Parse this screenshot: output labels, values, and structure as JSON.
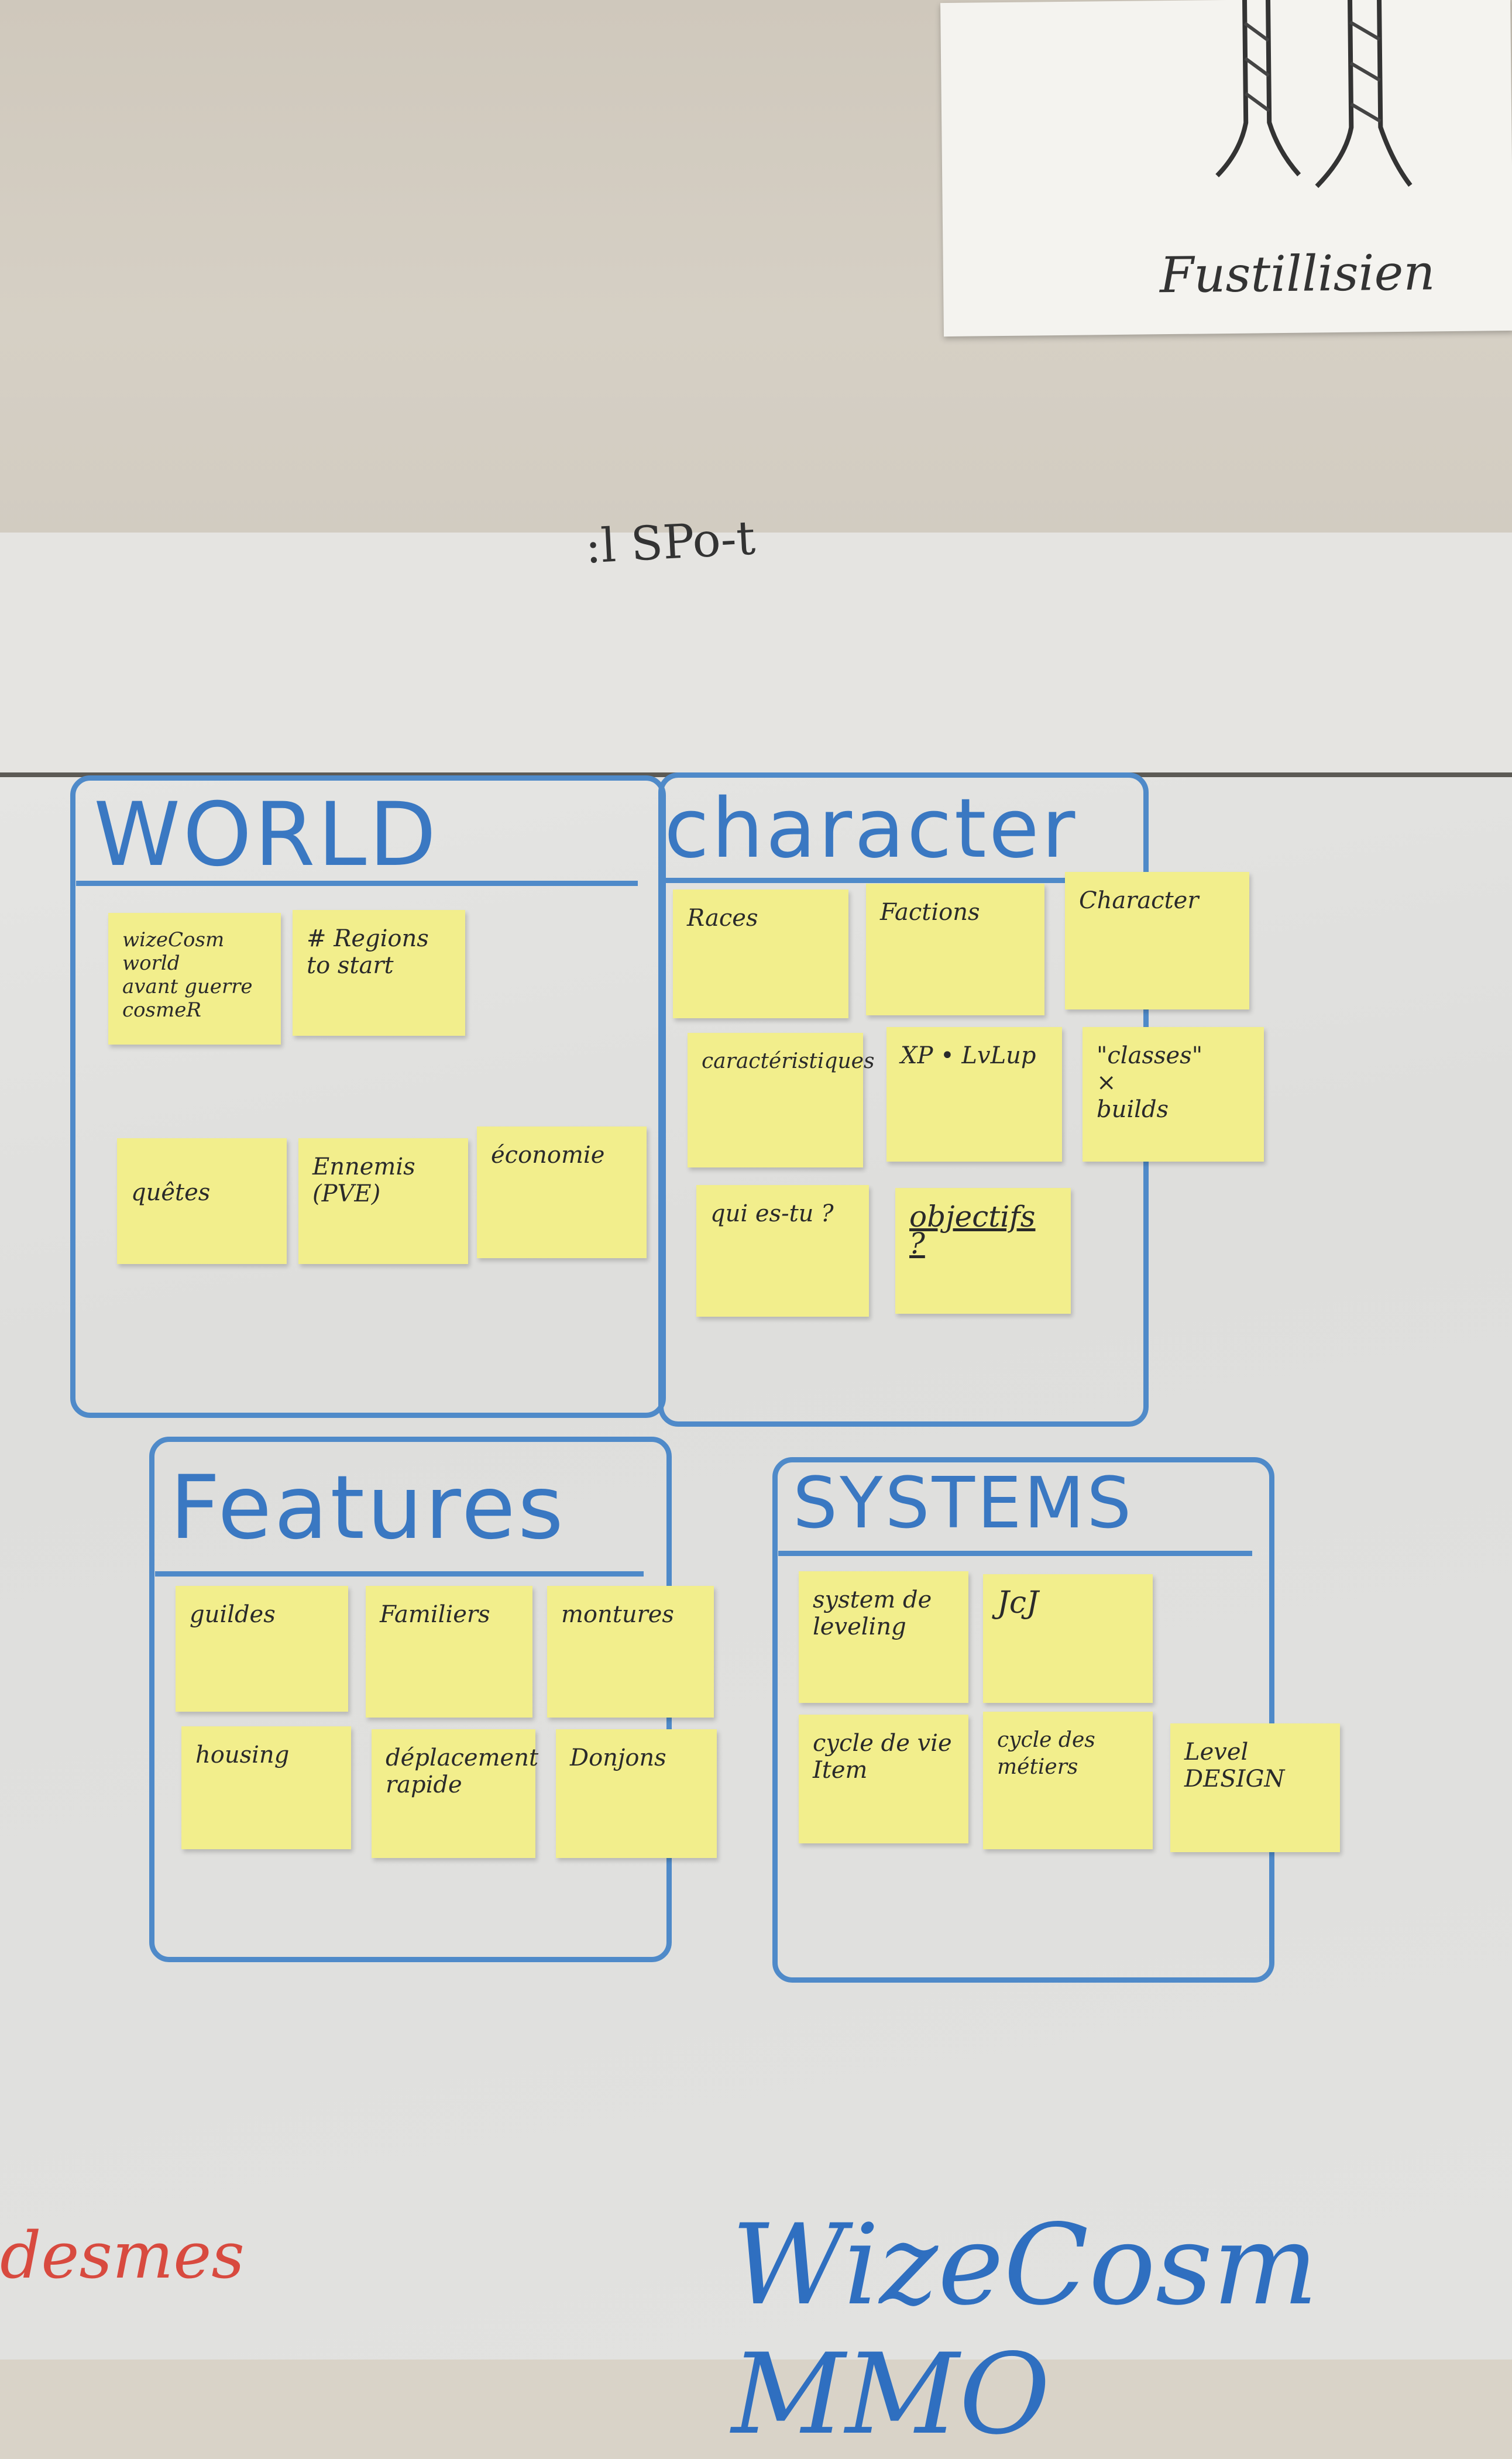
{
  "poster_label": "Fustillisien",
  "top_scribble": ":l  SPo‑t",
  "sections": {
    "world": {
      "title": "WORLD",
      "notes": [
        "wizeCosm\nworld\navant guerre\ncosmeR",
        "# Regions\nto start",
        "quêtes",
        "Ennemis\n(PVE)",
        "économie"
      ]
    },
    "character": {
      "title": "character",
      "notes": [
        "Races",
        "Factions",
        "Character",
        "caractéristiques",
        "XP • LvLup",
        "\"classes\"\n×\nbuilds",
        "qui es-tu ?",
        "objectifs ?"
      ]
    },
    "features": {
      "title": "Features",
      "notes": [
        "guildes",
        "Familiers",
        "montures",
        "housing",
        "déplacement\nrapide",
        "Donjons"
      ]
    },
    "systems": {
      "title": "SYSTEMS",
      "notes": [
        "system de\nleveling",
        "JcJ",
        "cycle de vie\nItem",
        "cycle des métiers",
        "Level\nDESIGN"
      ]
    }
  },
  "signature": "WizeCosm MMO",
  "red_text": "desmes"
}
